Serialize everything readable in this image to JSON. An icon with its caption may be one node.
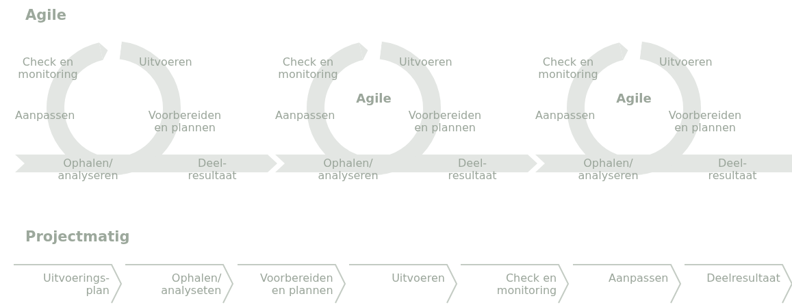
{
  "diagram": {
    "nodes": [
      {
        "text": [],
        "shape": "circle"
      },
      {
        "text": [
          "Ophalen/ analyseren"
        ]
      },
      {
        "text": [
          "Deel- resultaat"
        ]
      },
      {
        "text": [
          "Agile"
        ]
      },
      {
        "text": [
          "Ophalen/ analyseren"
        ]
      },
      {
        "text": [
          "Deel- resultaat"
        ]
      },
      {
        "text": [
          "Agile"
        ]
      },
      {
        "text": [
          "Ophalen/ analyseren"
        ]
      },
      {
        "text": [
          "Deel- resultaat"
        ]
      },
      {
        "text": [
          "Uitvoerings- plan"
        ]
      },
      {
        "text": [
          "Ophalen/ analyseten"
        ]
      },
      {
        "text": [
          "Voorbereiden en plannen"
        ]
      },
      {
        "text": [
          "Uitvoeren"
        ]
      },
      {
        "text": [
          "Check en monitoring"
        ]
      },
      {
        "text": [
          "Aanpassen"
        ]
      },
      {
        "text": [
          "Deelresultaat"
        ]
      }
    ],
    "labels": [
      "Agile",
      "Check en monitoring",
      "Uitvoeren",
      "Aanpassen",
      "Voorbereiden en plannen",
      "Check en monitoring",
      "Uitvoeren",
      "Aanpassen",
      "Voorbereiden en plannen",
      "Check en monitoring",
      "Uitvoeren",
      "Aanpassen",
      "Voorbereiden en plannen",
      "Projectmatig"
    ]
  }
}
